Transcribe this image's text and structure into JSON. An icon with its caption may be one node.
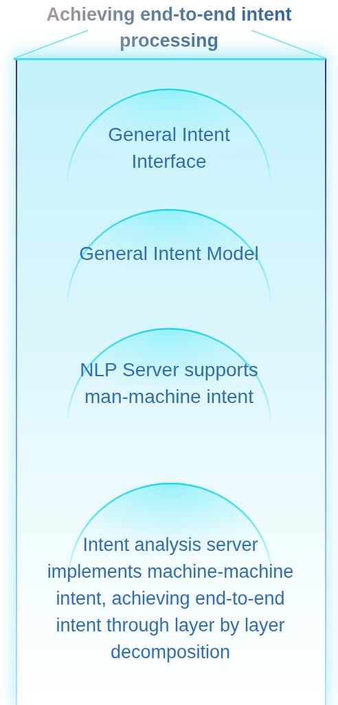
{
  "diagram": {
    "nodes": [
      {
        "text": [
          "Achieving end-to-end intent processing"
        ]
      },
      {
        "text": [
          "General Intent Interface"
        ],
        "in": 0
      },
      {
        "text": [
          "General Intent Model"
        ],
        "in": 0
      },
      {
        "text": [
          "NLP Server supports man-machine intent"
        ],
        "in": 0
      },
      {
        "text": [
          "Intent analysis server implements machine-machine intent, achieving end-to-end intent through layer by layer decomposition"
        ],
        "in": 0
      }
    ]
  }
}
